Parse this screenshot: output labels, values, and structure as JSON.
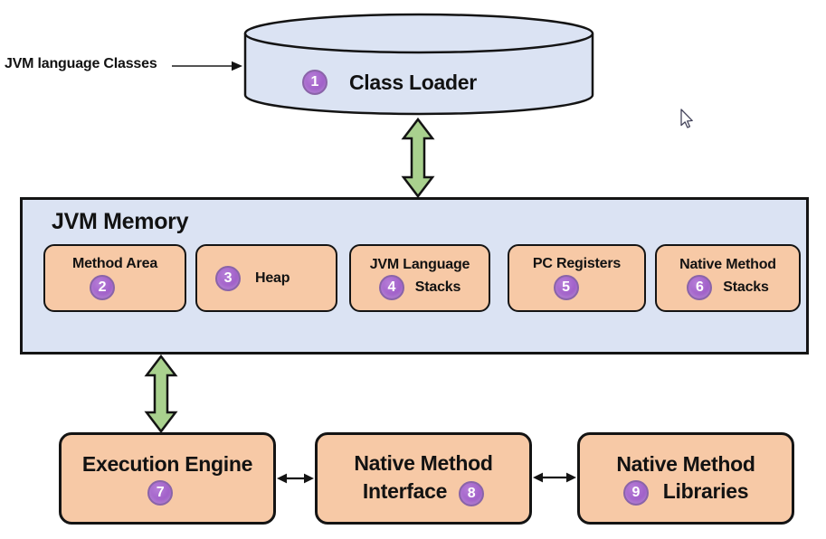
{
  "colors": {
    "panel_fill": "#dbe3f3",
    "block_fill": "#f7c9a6",
    "arrow_green": "#a9d18e",
    "badge_purple": "#a160c9",
    "outline": "#141414"
  },
  "input_label": "JVM language Classes",
  "class_loader": {
    "badge": "1",
    "label": "Class Loader"
  },
  "jvm_memory": {
    "title": "JVM Memory",
    "method_area": {
      "badge": "2",
      "label": "Method Area"
    },
    "heap": {
      "badge": "3",
      "label": "Heap"
    },
    "jvm_language_stacks": {
      "badge": "4",
      "line1": "JVM Language",
      "line2": "Stacks"
    },
    "pc_registers": {
      "badge": "5",
      "label": "PC Registers"
    },
    "native_method_stacks": {
      "badge": "6",
      "line1": "Native Method",
      "line2": "Stacks"
    }
  },
  "execution_engine": {
    "badge": "7",
    "label": "Execution Engine"
  },
  "native_method_interface": {
    "badge": "8",
    "line1": "Native Method",
    "line2": "Interface"
  },
  "native_method_libraries": {
    "badge": "9",
    "line1": "Native Method",
    "line2": "Libraries"
  },
  "icons": {
    "cursor": "mouse-pointer",
    "vertical_connectors": "double-headed-arrow",
    "horizontal_connectors": "double-headed-arrow"
  }
}
